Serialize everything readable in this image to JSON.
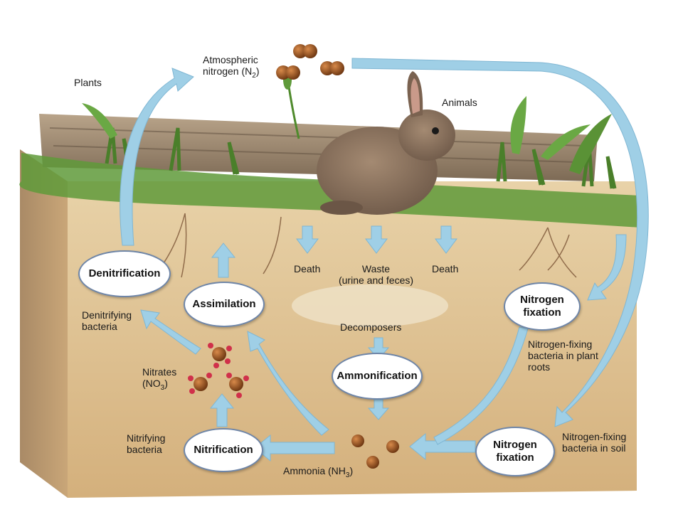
{
  "labels": {
    "atmospheric": "Atmospheric",
    "nitrogen_n2": "nitrogen (N",
    "n2_sub": "2",
    "plants": "Plants",
    "animals": "Animals",
    "death_left": "Death",
    "waste": "Waste",
    "waste_detail": "(urine and feces)",
    "death_right": "Death",
    "decomposers": "Decomposers",
    "denitrifying_bacteria": "Denitrifying bacteria",
    "nitrates": "Nitrates",
    "no3": "(NO",
    "no3_sub": "3",
    "nitrifying_bacteria": "Nitrifying bacteria",
    "ammonia": "Ammonia (NH",
    "nh3_sub": "3",
    "fixing_roots": "Nitrogen-fixing bacteria in plant roots",
    "fixing_soil": "Nitrogen-fixing bacteria in soil"
  },
  "processes": {
    "denitrification": "Denitrification",
    "assimilation": "Assimilation",
    "ammonification": "Ammonification",
    "nitrification": "Nitrification",
    "fixation_top": "Nitrogen fixation",
    "fixation_bottom": "Nitrogen fixation"
  },
  "colors": {
    "arrow": "#9fcfe6",
    "soil": "#d9b98a",
    "grass": "#5f9a3a",
    "molecule": "#8a4a16",
    "oxygen": "#d0304a"
  }
}
